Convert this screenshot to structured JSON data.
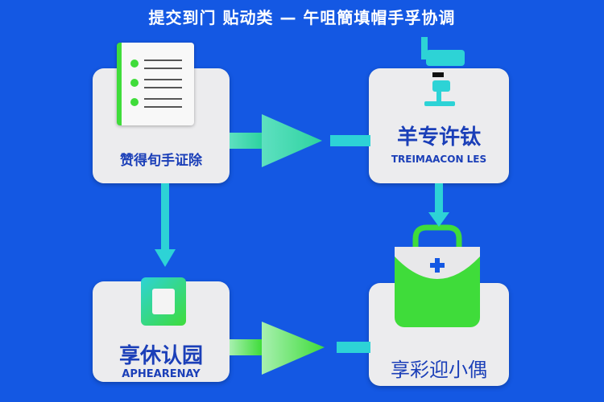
{
  "title": "提交到门 贴动类 — 午咀簡填帽手孚协调",
  "steps": [
    {
      "zh": "赞得旬手证除",
      "icon": "checklist-icon"
    },
    {
      "zh": "羊专许钛",
      "en": "TREIMAACON LES",
      "icon": "microscope-icon"
    },
    {
      "zh": "享休认园",
      "en": "APHEARENAY",
      "icon": "phone-document-icon"
    },
    {
      "zh": "享彩迎小偶",
      "icon": "medical-bag-icon"
    }
  ],
  "colors": {
    "background": "#1458e3",
    "card": "#ececee",
    "text": "#1b3fb8",
    "accent_green": "#3fdc3a",
    "accent_cyan": "#2dd3d6"
  }
}
